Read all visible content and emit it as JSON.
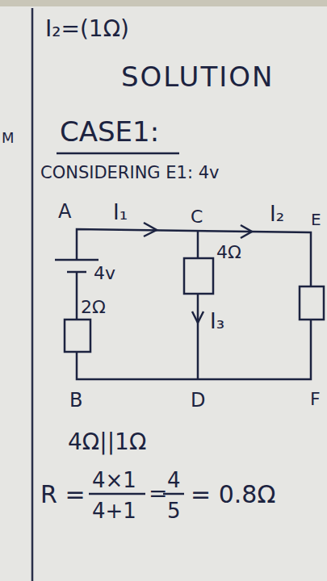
{
  "diagram": {
    "title": "SOLUTION",
    "labels": [
      "I₂=(1Ω)",
      "M",
      "CASE1:",
      "CONSIDERING E1: 4v",
      "A",
      "I₁",
      "C",
      "I₂",
      "E",
      "4v",
      "2Ω",
      "4Ω",
      "I₃",
      "B",
      "D",
      "F",
      "4Ω||1Ω",
      "R =",
      "4×1",
      "4+1",
      "=",
      "4",
      "5",
      "= 0.8Ω"
    ]
  }
}
